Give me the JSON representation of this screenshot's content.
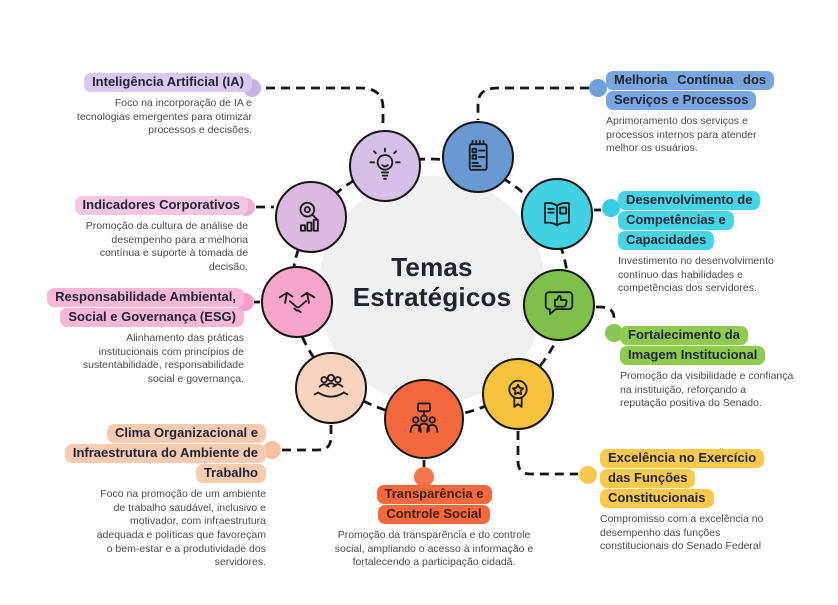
{
  "diagram": {
    "title_lines": [
      "Temas",
      "Estratégicos"
    ],
    "center_fill": "#f1f0f0",
    "line_color": "#161616"
  },
  "themes": [
    {
      "name": "inteligencia-artificial",
      "title_lines": [
        "Inteligência Artificial (IA)"
      ],
      "description": "Foco na incorporação de IA e\ntecnologias emergentes para otimizar\nprocessos e decisões.",
      "icon": "lightbulb-icon",
      "colors": {
        "circle": "#d4c0e8",
        "pill": "#dbc8f0",
        "dot": "#c7b2e5"
      }
    },
    {
      "name": "indicadores-corporativos",
      "title_lines": [
        "Indicadores Corporativos"
      ],
      "description": "Promoção da cultura de análise de\ndesempenho para a melhoria\ncontínua e suporte à tomada de\ndecisão.",
      "icon": "analytics-magnifier-icon",
      "colors": {
        "circle": "#dcb9e1",
        "pill": "#f7c6e3",
        "dot": "#ebaed9"
      }
    },
    {
      "name": "responsabilidade-esg",
      "title_lines": [
        "Responsabilidade Ambiental,",
        "Social e Governança (ESG)"
      ],
      "description": "Alinhamento das práticas\ninstitucionais com princípios de\nsustentabilidade, responsabilidade\nsocial e governança.",
      "icon": "handshake-icon",
      "colors": {
        "circle": "#f8a5ca",
        "pill": "#f9b7d7",
        "dot": "#f49fce"
      }
    },
    {
      "name": "clima-organizacional",
      "title_lines": [
        "Clima Organizacional e",
        "Infraestrutura do Ambiente de",
        "Trabalho"
      ],
      "description": "Foco na promoção de um ambiente\nde trabalho saudável, inclusivo e\nmotivador, com infraestrutura\nadequada e políticas que favoreçam\no bem-estar e a produtividade dos\nservidores.",
      "icon": "team-care-icon",
      "colors": {
        "circle": "#f8d3bd",
        "pill": "#f9ccb2",
        "dot": "#f5c2a4"
      }
    },
    {
      "name": "transparencia-controle-social",
      "title_lines": [
        "Transparência e",
        "Controle Social"
      ],
      "description": "Promoção da transparência e do controle\nsocial, ampliando o acesso à informação e\nfortalecendo a participação cidadã.",
      "icon": "people-announcement-icon",
      "colors": {
        "circle": "#f3683c",
        "pill": "#f3683c",
        "dot": "#f3764b"
      }
    },
    {
      "name": "melhoria-continua",
      "title_lines": [
        "Melhoria Contínua dos",
        "Serviços e Processos"
      ],
      "description": "Aprimoramento dos serviços e\nprocessos internos para atender\nmelhor os usuários.",
      "icon": "checklist-icon",
      "colors": {
        "circle": "#6899d3",
        "pill": "#79a6e0",
        "dot": "#6ea2de"
      }
    },
    {
      "name": "desenvolvimento-competencias",
      "title_lines": [
        "Desenvolvimento de",
        "Competências e",
        "Capacidades"
      ],
      "description": "Investimento no desenvolvimento\ncontínuo das habilidades e\ncompetências dos servidores.",
      "icon": "open-book-icon",
      "colors": {
        "circle": "#41d1e2",
        "pill": "#45d5e6",
        "dot": "#38cde0"
      }
    },
    {
      "name": "fortalecimento-imagem",
      "title_lines": [
        "Fortalecimento da",
        "Imagem Institucional"
      ],
      "description": "Promoção da visibilidade e confiança\nna instituição, reforçando a\nreputação positiva do Senado.",
      "icon": "thumbs-up-bubble-icon",
      "colors": {
        "circle": "#7ec04a",
        "pill": "#8ecb4e",
        "dot": "#8cc653"
      }
    },
    {
      "name": "excelencia-funcoes-constitucionais",
      "title_lines": [
        "Excelência no Exercício",
        "das Funções",
        "Constitucionais"
      ],
      "description": "Compromisso com a excelência no\ndesempenho das funções\nconstitucionais do Senado Federal",
      "icon": "medal-icon",
      "colors": {
        "circle": "#f7c33c",
        "pill": "#fbca4b",
        "dot": "#f8c74f"
      }
    }
  ]
}
